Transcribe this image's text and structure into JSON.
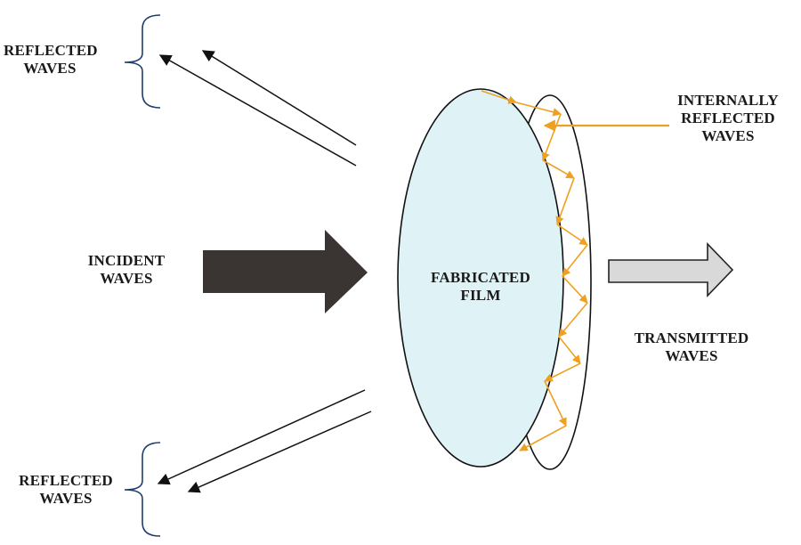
{
  "labels": {
    "reflected_top": [
      "REFLECTED",
      "WAVES"
    ],
    "reflected_bottom": [
      "REFLECTED",
      "WAVES"
    ],
    "incident": [
      "INCIDENT",
      "WAVES"
    ],
    "film": [
      "FABRICATED",
      "FILM"
    ],
    "internal": [
      "INTERNALLY",
      "REFLECTED",
      "WAVES"
    ],
    "transmitted": [
      "TRANSMITTED",
      "WAVES"
    ]
  },
  "colors": {
    "film_fill": "#dff3f6",
    "incident_arrow": "#3a3533",
    "transmitted_arrow": "#d9d9d9",
    "internal_wave": "#f0a020",
    "bracket": "#1f3d6e",
    "line": "#111111"
  }
}
